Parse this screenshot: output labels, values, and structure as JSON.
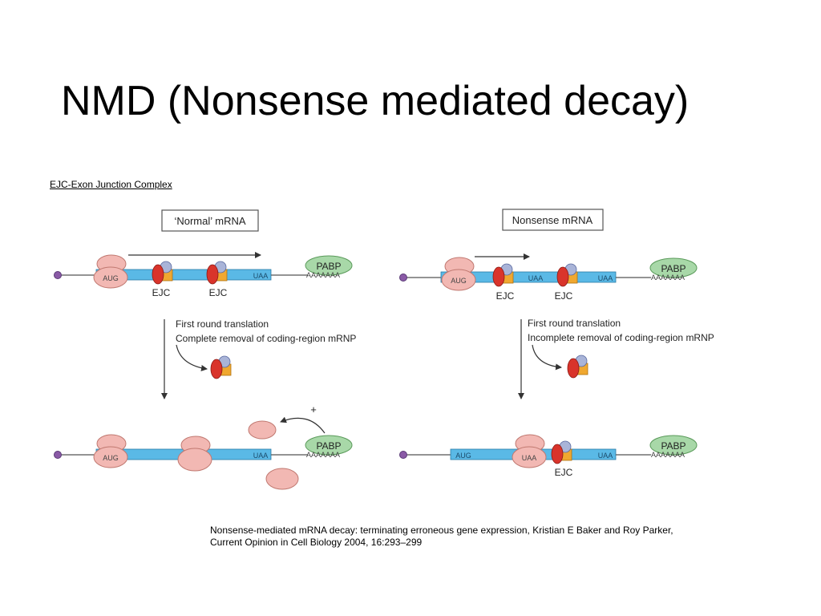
{
  "title": "NMD (Nonsense mediated decay)",
  "ejc_note": "EJC-Exon Junction Complex",
  "normal_panel": {
    "label": "‘Normal’ mRNA",
    "aug": "AUG",
    "uaa": "UAA",
    "pabp": "PABP",
    "polya": "AAAAAAA",
    "ejc1": "EJC",
    "ejc2": "EJC",
    "step_line1": "First round translation",
    "step_line2": "Complete removal of coding-region mRNP",
    "plus": "+"
  },
  "nonsense_panel": {
    "label": "Nonsense mRNA",
    "aug": "AUG",
    "uaa1": "UAA",
    "uaa2": "UAA",
    "pabp": "PABP",
    "polya": "AAAAAAA",
    "ejc1": "EJC",
    "ejc2": "EJC",
    "step_line1": "First round translation",
    "step_line2": "Incomplete removal of coding-region mRNP",
    "result_aug": "AUG",
    "result_uaa1": "UAA",
    "result_uaa2": "UAA",
    "result_ejc": "EJC"
  },
  "citation": {
    "line1": "Nonsense-mediated mRNA decay: terminating erroneous gene expression, Kristian E Baker and Roy Parker,",
    "line2": "Current Opinion in Cell Biology 2004, 16:293–299"
  },
  "colors": {
    "ribosome": "#f2b8b3",
    "mrna": "#5ab9e6",
    "pabp": "#a8d8a8",
    "ejc_red": "#d9342b",
    "ejc_orange": "#f0a830",
    "ejc_blue": "#a9b4d8",
    "cap": "#8a5aa6"
  }
}
